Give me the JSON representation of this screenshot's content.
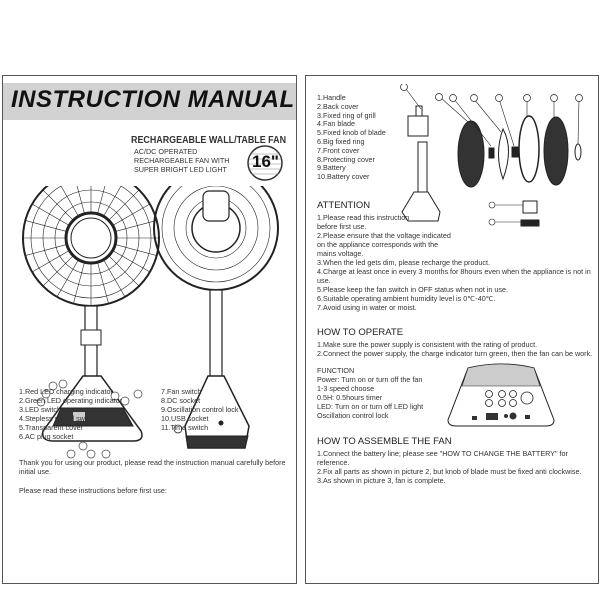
{
  "left_page": {
    "title": "INSTRUCTION  MANUAL",
    "product_title": "RECHARGEABLE WALL/TABLE FAN",
    "product_desc": [
      "AC/DC OPERATED",
      "RECHARGEABLE FAN WITH",
      "SUPER BRIGHT LED LIGHT"
    ],
    "size_badge": "16\"",
    "parts_col1": [
      "1.Red LED charging indicator",
      "2.Green LED operating indicator",
      "3.LED switch",
      "4.Stepless speed switch",
      "5.Transparent cover",
      "6.AC plug socket"
    ],
    "parts_col2": [
      "7.Fan switch",
      "8.DC socket",
      "9.Oscillation control lock",
      "10.USB socket",
      "11.Time switch"
    ],
    "thanks_line1": "Thank you for using our product, please read the instruction manual carefully before",
    "thanks_line2": "initial use.",
    "read_note": "Please read these instructions before first use:"
  },
  "right_page": {
    "parts": [
      "1.Handle",
      "2.Back cover",
      "3.Fixed ring of grill",
      "4.Fan blade",
      "5.Fixed knob of blade",
      "6.Big fixed ring",
      "7.Front cover",
      "8.Protecting cover",
      "9.Battery",
      "10.Battery cover"
    ],
    "attention": {
      "heading": "ATTENTION",
      "lines": [
        "1.Please read this instruction",
        "before first use.",
        "2.Please ensure that the voltage indicated",
        "on the appliance corresponds with the",
        "mains voltage.",
        "3.When the led gets dim, please recharge the product.",
        "4.Charge at least once in every 3 months for 8hours even when the appliance is not in",
        "use.",
        "5.Please keep the fan switch in OFF status when not in use.",
        "6.Suitable operating ambient humidity level is 0℃-40℃.",
        "7.Avoid using in water or moist."
      ]
    },
    "operate": {
      "heading": "HOW TO OPERATE",
      "lines": [
        "1.Make sure the power supply is consistent with the rating of product.",
        "2.Connect the power supply, the charge indicator turn green, then the fan can be work."
      ]
    },
    "function": {
      "heading": "FUNCTION",
      "lines": [
        "Power: Turn on or turn off the fan",
        "1-3  speed  choose",
        "0.5H: 0.5hours timer",
        "LED: Turn on or turn off LED light",
        "Oscillation control lock"
      ]
    },
    "assemble": {
      "heading": "HOW TO ASSEMBLE THE FAN",
      "lines": [
        "1.Connect the battery line; please see \"HOW TO CHANGE THE BATTERY\" for",
        "reference.",
        "2.Fix all parts as shown in picture 2, but knob of blade must be fixed anti clockwise.",
        "3.As shown in picture 3, fan is complete."
      ]
    }
  }
}
